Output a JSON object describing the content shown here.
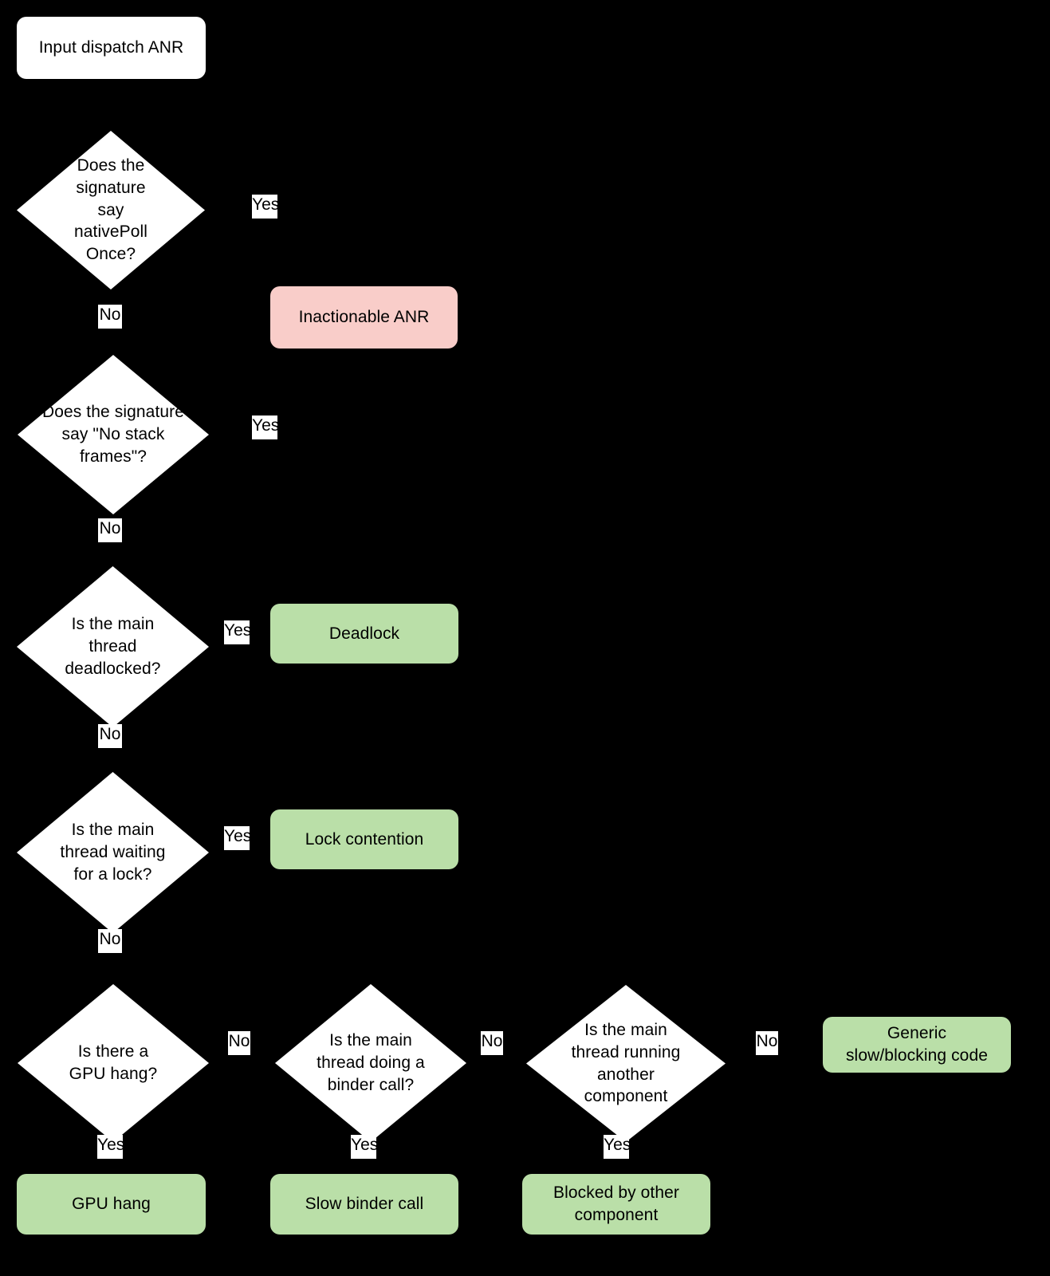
{
  "diagram": {
    "title": "Input dispatch ANR triage flowchart",
    "type": "flowchart",
    "background_color": "#000000",
    "node_fill_white": "#ffffff",
    "node_fill_pink": "#f9cdc9",
    "node_fill_green": "#badfa8",
    "text_color": "#000000",
    "edge_color": "#000000"
  },
  "nodes": {
    "start": {
      "label": "Input dispatch ANR",
      "shape": "rounded-box",
      "fill": "#ffffff"
    },
    "q_nativepoll": {
      "label": "Does the signature say nativePoll Once?",
      "shape": "diamond",
      "fill": "#ffffff"
    },
    "inactionable": {
      "label": "Inactionable ANR",
      "shape": "rounded-box",
      "fill": "#f9cdc9"
    },
    "q_nostackframes": {
      "label": "Does the signature say \"No stack frames\"?",
      "shape": "diamond",
      "fill": "#ffffff"
    },
    "q_deadlocked": {
      "label": "Is the main thread deadlocked?",
      "shape": "diamond",
      "fill": "#ffffff"
    },
    "deadlock": {
      "label": "Deadlock",
      "shape": "rounded-box",
      "fill": "#badfa8"
    },
    "q_waiting_lock": {
      "label": "Is the main thread waiting for a lock?",
      "shape": "diamond",
      "fill": "#ffffff"
    },
    "lock_contention": {
      "label": "Lock contention",
      "shape": "rounded-box",
      "fill": "#badfa8"
    },
    "q_gpu_hang": {
      "label": "Is there a GPU hang?",
      "shape": "diamond",
      "fill": "#ffffff"
    },
    "gpu_hang": {
      "label": "GPU hang",
      "shape": "rounded-box",
      "fill": "#badfa8"
    },
    "q_binder_call": {
      "label": "Is the main thread doing a binder call?",
      "shape": "diamond",
      "fill": "#ffffff"
    },
    "slow_binder_call": {
      "label": "Slow binder call",
      "shape": "rounded-box",
      "fill": "#badfa8"
    },
    "q_other_component": {
      "label": "Is the main thread running another component",
      "shape": "diamond",
      "fill": "#ffffff"
    },
    "blocked_by_other": {
      "label": "Blocked by other component",
      "shape": "rounded-box",
      "fill": "#badfa8"
    },
    "generic_slow": {
      "label": "Generic slow/blocking code",
      "shape": "rounded-box",
      "fill": "#badfa8"
    }
  },
  "edge_labels": {
    "yes_nativepoll": "Yes",
    "no_nativepoll": "No",
    "yes_nostackframes": "Yes",
    "no_nostackframes": "No",
    "yes_deadlocked": "Yes",
    "no_deadlocked": "No",
    "yes_waiting_lock": "Yes",
    "no_waiting_lock": "No",
    "no_gpu_hang": "No",
    "yes_gpu_hang": "Yes",
    "no_binder_call": "No",
    "yes_binder_call": "Yes",
    "no_other_component": "No",
    "yes_other_component": "Yes"
  },
  "edges": [
    {
      "from": "start",
      "to": "q_nativepoll",
      "label": ""
    },
    {
      "from": "q_nativepoll",
      "to": "inactionable",
      "label": "Yes"
    },
    {
      "from": "q_nativepoll",
      "to": "q_nostackframes",
      "label": "No"
    },
    {
      "from": "q_nostackframes",
      "to": "inactionable",
      "label": "Yes"
    },
    {
      "from": "q_nostackframes",
      "to": "q_deadlocked",
      "label": "No"
    },
    {
      "from": "q_deadlocked",
      "to": "deadlock",
      "label": "Yes"
    },
    {
      "from": "q_deadlocked",
      "to": "q_waiting_lock",
      "label": "No"
    },
    {
      "from": "q_waiting_lock",
      "to": "lock_contention",
      "label": "Yes"
    },
    {
      "from": "q_waiting_lock",
      "to": "q_gpu_hang",
      "label": "No"
    },
    {
      "from": "q_gpu_hang",
      "to": "gpu_hang",
      "label": "Yes"
    },
    {
      "from": "q_gpu_hang",
      "to": "q_binder_call",
      "label": "No"
    },
    {
      "from": "q_binder_call",
      "to": "slow_binder_call",
      "label": "Yes"
    },
    {
      "from": "q_binder_call",
      "to": "q_other_component",
      "label": "No"
    },
    {
      "from": "q_other_component",
      "to": "blocked_by_other",
      "label": "Yes"
    },
    {
      "from": "q_other_component",
      "to": "generic_slow",
      "label": "No"
    }
  ]
}
